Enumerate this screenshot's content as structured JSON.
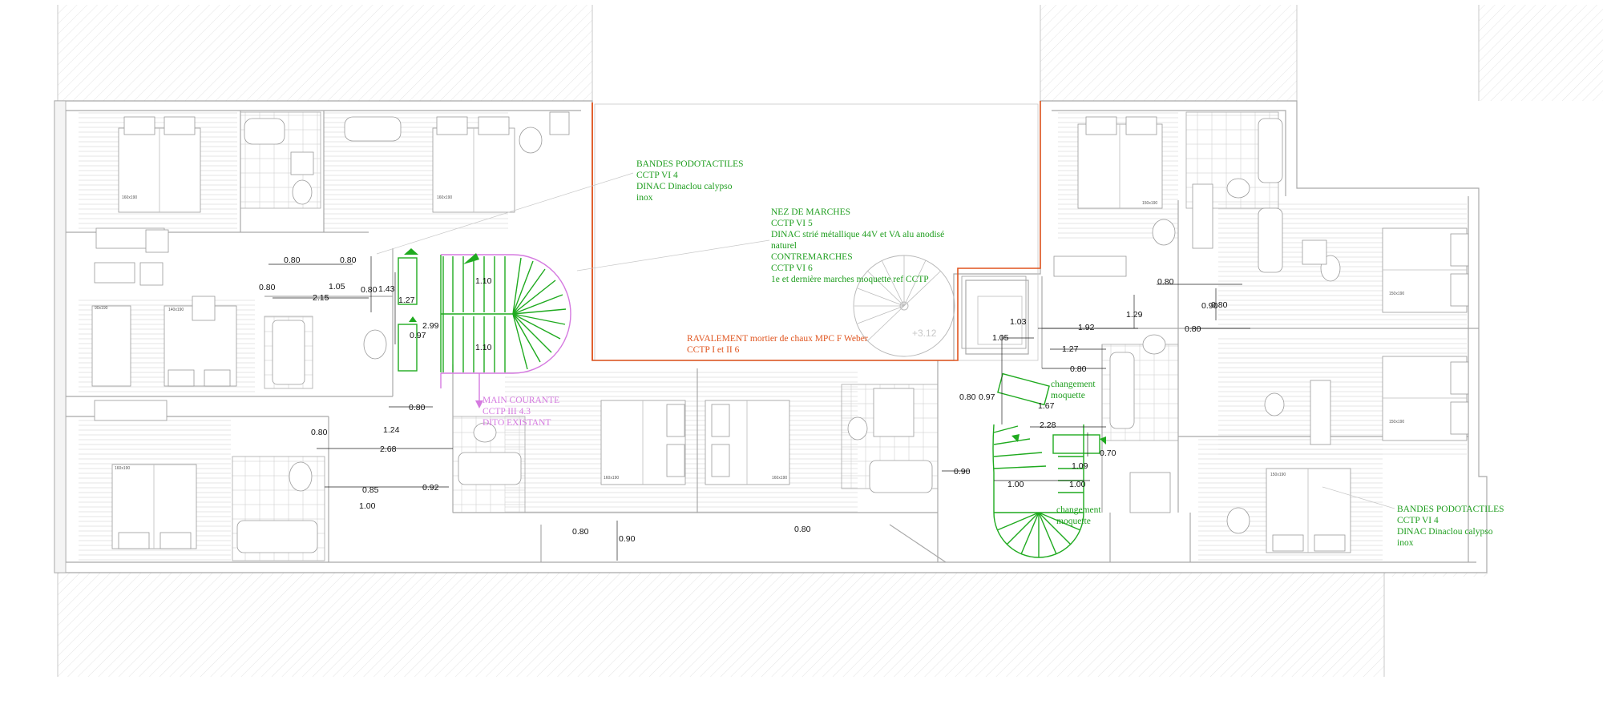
{
  "annotations": {
    "bandes_left": [
      "BANDES PODOTACTILES",
      "CCTP VI 4",
      "DINAC Dinaclou calypso",
      "inox"
    ],
    "nez": [
      "NEZ DE MARCHES",
      "CCTP VI 5",
      "DINAC strié métallique 44V et VA alu anodisé",
      "naturel",
      "CONTREMARCHES",
      "CCTP VI 6",
      "1e et dernière marches moquette ref CCTP"
    ],
    "ravalement": [
      "RAVALEMENT mortier de chaux MPC F Weber",
      "CCTP I et II 6"
    ],
    "main_courante": [
      "MAIN COURANTE",
      "CCTP III 4.3",
      "DITO EXISTANT"
    ],
    "changement1": [
      "changement",
      "moquette"
    ],
    "changement2": [
      "changement",
      "moquette"
    ],
    "bandes_right": [
      "BANDES PODOTACTILES",
      "CCTP VI 4",
      "DINAC Dinaclou calypso",
      "inox"
    ],
    "level": "+3.12"
  },
  "dimensions": {
    "d080a": "0.80",
    "d080b": "0.80",
    "d080c": "0.80",
    "d105": "1.05",
    "d215": "2.15",
    "d080d": "0.80",
    "d143": "1.43",
    "d127a": "1.27",
    "d097a": "0.97",
    "d299": "2.99",
    "d110a": "1.10",
    "d110b": "1.10",
    "d080e": "0.80",
    "d124": "1.24",
    "d080f": "0.80",
    "d268": "2.68",
    "d085": "0.85",
    "d100a": "1.00",
    "d092": "0.92",
    "d080g": "0.80",
    "d090a": "0.90",
    "d080h": "0.80",
    "d090b": "0.90",
    "d080i": "0.80",
    "d090c": "0.90",
    "d080j": "0.80",
    "d129": "1.29",
    "d192": "1.92",
    "d080k": "0.80",
    "d103": "1.03",
    "d105b": "1.05",
    "d127b": "1.27",
    "d080l": "0.80",
    "d080m": "0.80",
    "d097b": "0.97",
    "d167": "1.67",
    "d228": "2.28",
    "d109": "1.09",
    "d070": "0.70",
    "d100b": "1.00",
    "d100c": "1.00"
  },
  "bed_labels": {
    "b1": "160x190",
    "b2": "160x190",
    "b3": "90x190",
    "b4": "140x190",
    "b5": "160x190",
    "b6": "160x190",
    "b7": "160x190",
    "b8": "150x190",
    "b9": "150x190",
    "b10": "150x190",
    "b11": "150x190"
  },
  "colors": {
    "green": "#1faa1f",
    "orange": "#e0541e",
    "magenta": "#d57ae0",
    "wall": "#a9a9a9"
  }
}
